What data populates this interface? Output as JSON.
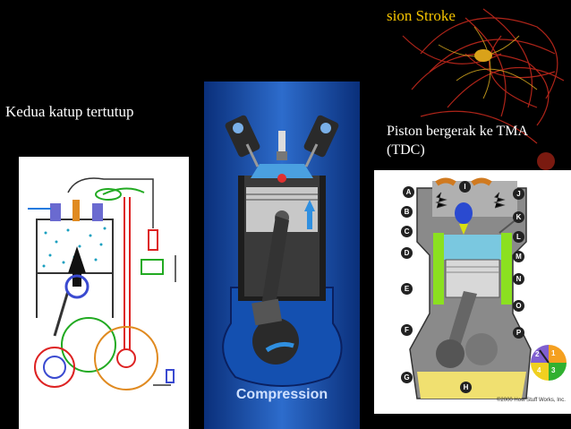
{
  "title": "sion Stroke",
  "captions": {
    "left": "Kedua katup tertutup",
    "right": "Piston bergerak ke TMA (TDC)"
  },
  "middle_panel": {
    "label": "Compression"
  },
  "right_panel": {
    "labels": [
      "A",
      "B",
      "C",
      "D",
      "E",
      "F",
      "G",
      "H",
      "I",
      "J",
      "K",
      "L",
      "M",
      "N",
      "O",
      "P"
    ],
    "stroke_wheel": [
      "1",
      "2",
      "3",
      "4"
    ],
    "copyright": "©2000 How Stuff Works, Inc."
  }
}
